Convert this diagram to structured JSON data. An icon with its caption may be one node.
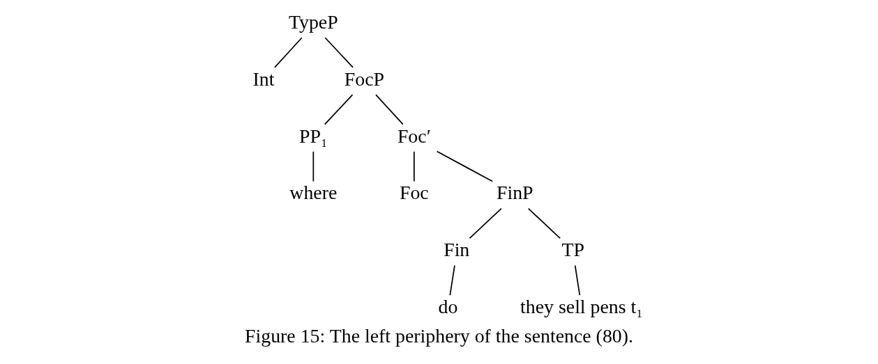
{
  "diagram": {
    "caption": "Figure 15: The left periphery of the sentence (80).",
    "nodes": [
      {
        "text": [
          "TypeP"
        ]
      },
      {
        "text": [
          "Int"
        ]
      },
      {
        "text": [
          "FocP"
        ]
      },
      {
        "text": [
          "PP₁"
        ]
      },
      {
        "text": [
          "where"
        ]
      },
      {
        "text": [
          "Foc′"
        ]
      },
      {
        "text": [
          "Foc"
        ]
      },
      {
        "text": [
          "FinP"
        ]
      },
      {
        "text": [
          "Fin"
        ]
      },
      {
        "text": [
          "TP"
        ]
      },
      {
        "text": [
          "do"
        ]
      },
      {
        "text": [
          "they sell pens t₁"
        ]
      }
    ],
    "edges": [
      {
        "from": 0,
        "to": 1,
        "arrow": "none"
      },
      {
        "from": 0,
        "to": 2,
        "arrow": "none"
      },
      {
        "from": 2,
        "to": 3,
        "arrow": "none"
      },
      {
        "from": 2,
        "to": 5,
        "arrow": "none"
      },
      {
        "from": 3,
        "to": 4,
        "arrow": "none"
      },
      {
        "from": 5,
        "to": 6,
        "arrow": "none"
      },
      {
        "from": 5,
        "to": 7,
        "arrow": "none"
      },
      {
        "from": 7,
        "to": 8,
        "arrow": "none"
      },
      {
        "from": 7,
        "to": 9,
        "arrow": "none"
      },
      {
        "from": 8,
        "to": 10,
        "arrow": "none"
      },
      {
        "from": 9,
        "to": 11,
        "arrow": "none"
      }
    ]
  }
}
